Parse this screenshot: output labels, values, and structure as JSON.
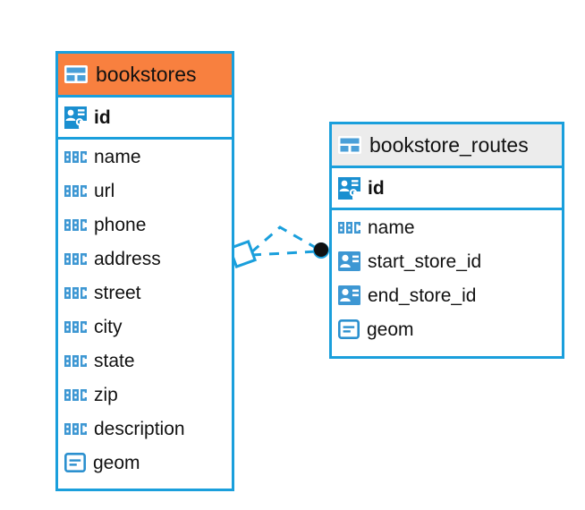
{
  "diagram": {
    "type": "entity-relationship-diagram",
    "background_color": "#ffffff",
    "accent_color": "#1a9fdc",
    "highlight_color": "#f8803f",
    "header_color": "#ececec",
    "text_color": "#111111"
  },
  "entities": [
    {
      "name": "bookstores",
      "header_style": "orange",
      "table_icon": "table-icon",
      "primary_keys": [
        {
          "name": "id",
          "icon": "primary-key-icon",
          "type": "pk"
        }
      ],
      "fields": [
        {
          "name": "name",
          "icon": "abc-icon",
          "type": "text"
        },
        {
          "name": "url",
          "icon": "abc-icon",
          "type": "text"
        },
        {
          "name": "phone",
          "icon": "abc-icon",
          "type": "text"
        },
        {
          "name": "address",
          "icon": "abc-icon",
          "type": "text"
        },
        {
          "name": "street",
          "icon": "abc-icon",
          "type": "text"
        },
        {
          "name": "city",
          "icon": "abc-icon",
          "type": "text"
        },
        {
          "name": "state",
          "icon": "abc-icon",
          "type": "text"
        },
        {
          "name": "zip",
          "icon": "abc-icon",
          "type": "text"
        },
        {
          "name": "description",
          "icon": "abc-icon",
          "type": "text"
        },
        {
          "name": "geom",
          "icon": "geometry-icon",
          "type": "geometry"
        }
      ]
    },
    {
      "name": "bookstore_routes",
      "header_style": "gray",
      "table_icon": "table-icon",
      "primary_keys": [
        {
          "name": "id",
          "icon": "primary-key-icon",
          "type": "pk"
        }
      ],
      "fields": [
        {
          "name": "name",
          "icon": "abc-icon",
          "type": "text"
        },
        {
          "name": "start_store_id",
          "icon": "foreign-key-icon",
          "type": "fk"
        },
        {
          "name": "end_store_id",
          "icon": "foreign-key-icon",
          "type": "fk"
        },
        {
          "name": "geom",
          "icon": "geometry-icon",
          "type": "geometry"
        }
      ]
    }
  ],
  "relationship": {
    "style": "dashed",
    "color": "#1a9fdc",
    "source_marker": "diamond",
    "target_marker": "filled-circle",
    "target_marker_color": "#111111",
    "from": "bookstores",
    "to": "bookstore_routes"
  }
}
